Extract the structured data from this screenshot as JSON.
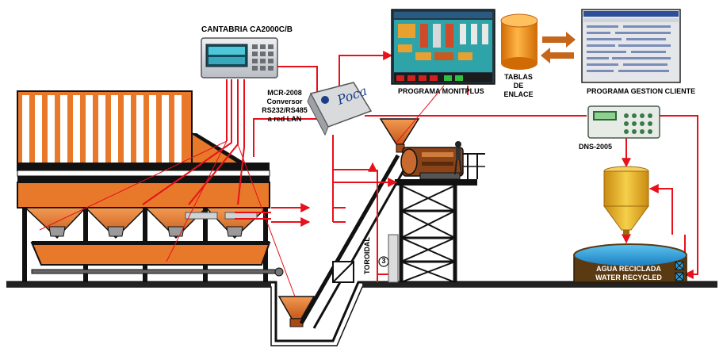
{
  "labels": {
    "controller": "CANTABRIA CA2000C/B",
    "converter_line1": "MCR-2008",
    "converter_line2": "Conversor",
    "converter_line3": "RS232/RS485",
    "converter_line4": "a red LAN",
    "monitplus": "PROGRAMA MONITPLUS",
    "tables_line1": "TABLAS",
    "tables_line2": "DE",
    "tables_line3": "ENLACE",
    "gestion": "PROGRAMA GESTION CLIENTE",
    "dns": "DNS-2005",
    "toroidal": "TOROIDAL",
    "marker": "3",
    "water_line1": "AGUA RECICLADA",
    "water_line2": "WATER RECYCLED"
  },
  "colors": {
    "signal_line": "#e8101a",
    "hopper_orange": "#e8782a",
    "hopper_dark": "#a84a12",
    "structure": "#111111",
    "water": "#2a9fd8",
    "tank_brown": "#5a3a12",
    "silo_yellow": "#e8b020",
    "db_orange": "#f08a10"
  }
}
